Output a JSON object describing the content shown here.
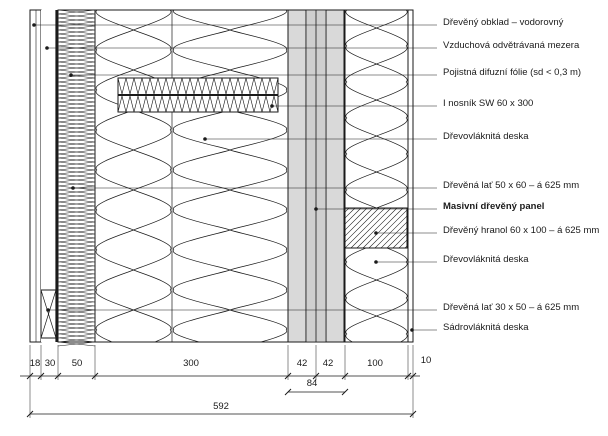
{
  "labels": [
    {
      "text": "Dřevěný obklad – vodorovný",
      "bold": false
    },
    {
      "text": "Vzduchová odvětrávaná mezera",
      "bold": false
    },
    {
      "text": "Pojistná difuzní fólie (sd < 0,3 m)",
      "bold": false
    },
    {
      "text": "I nosník SW 60 x 300",
      "bold": false
    },
    {
      "text": "Dřevovláknitá deska",
      "bold": false
    },
    {
      "text": "Dřevěná lať 50 x 60 – á 625 mm",
      "bold": false
    },
    {
      "text": "Masivní dřevěný panel",
      "bold": true
    },
    {
      "text": "Dřevěný hranol 60 x 100 – á 625 mm",
      "bold": false
    },
    {
      "text": "Dřevovláknitá deska",
      "bold": false
    },
    {
      "text": "Dřevěná lať 30 x 50 – á 625 mm",
      "bold": false
    },
    {
      "text": "Sádrovláknitá deska",
      "bold": false
    }
  ],
  "dimensions": {
    "layers": [
      "18",
      "30",
      "50",
      "300",
      "42",
      "42",
      "100",
      "10"
    ],
    "panel_total": "84",
    "overall_total": "592"
  },
  "colors": {
    "line": "#1a1a1a",
    "panel_fill": "#d9d9d9"
  }
}
